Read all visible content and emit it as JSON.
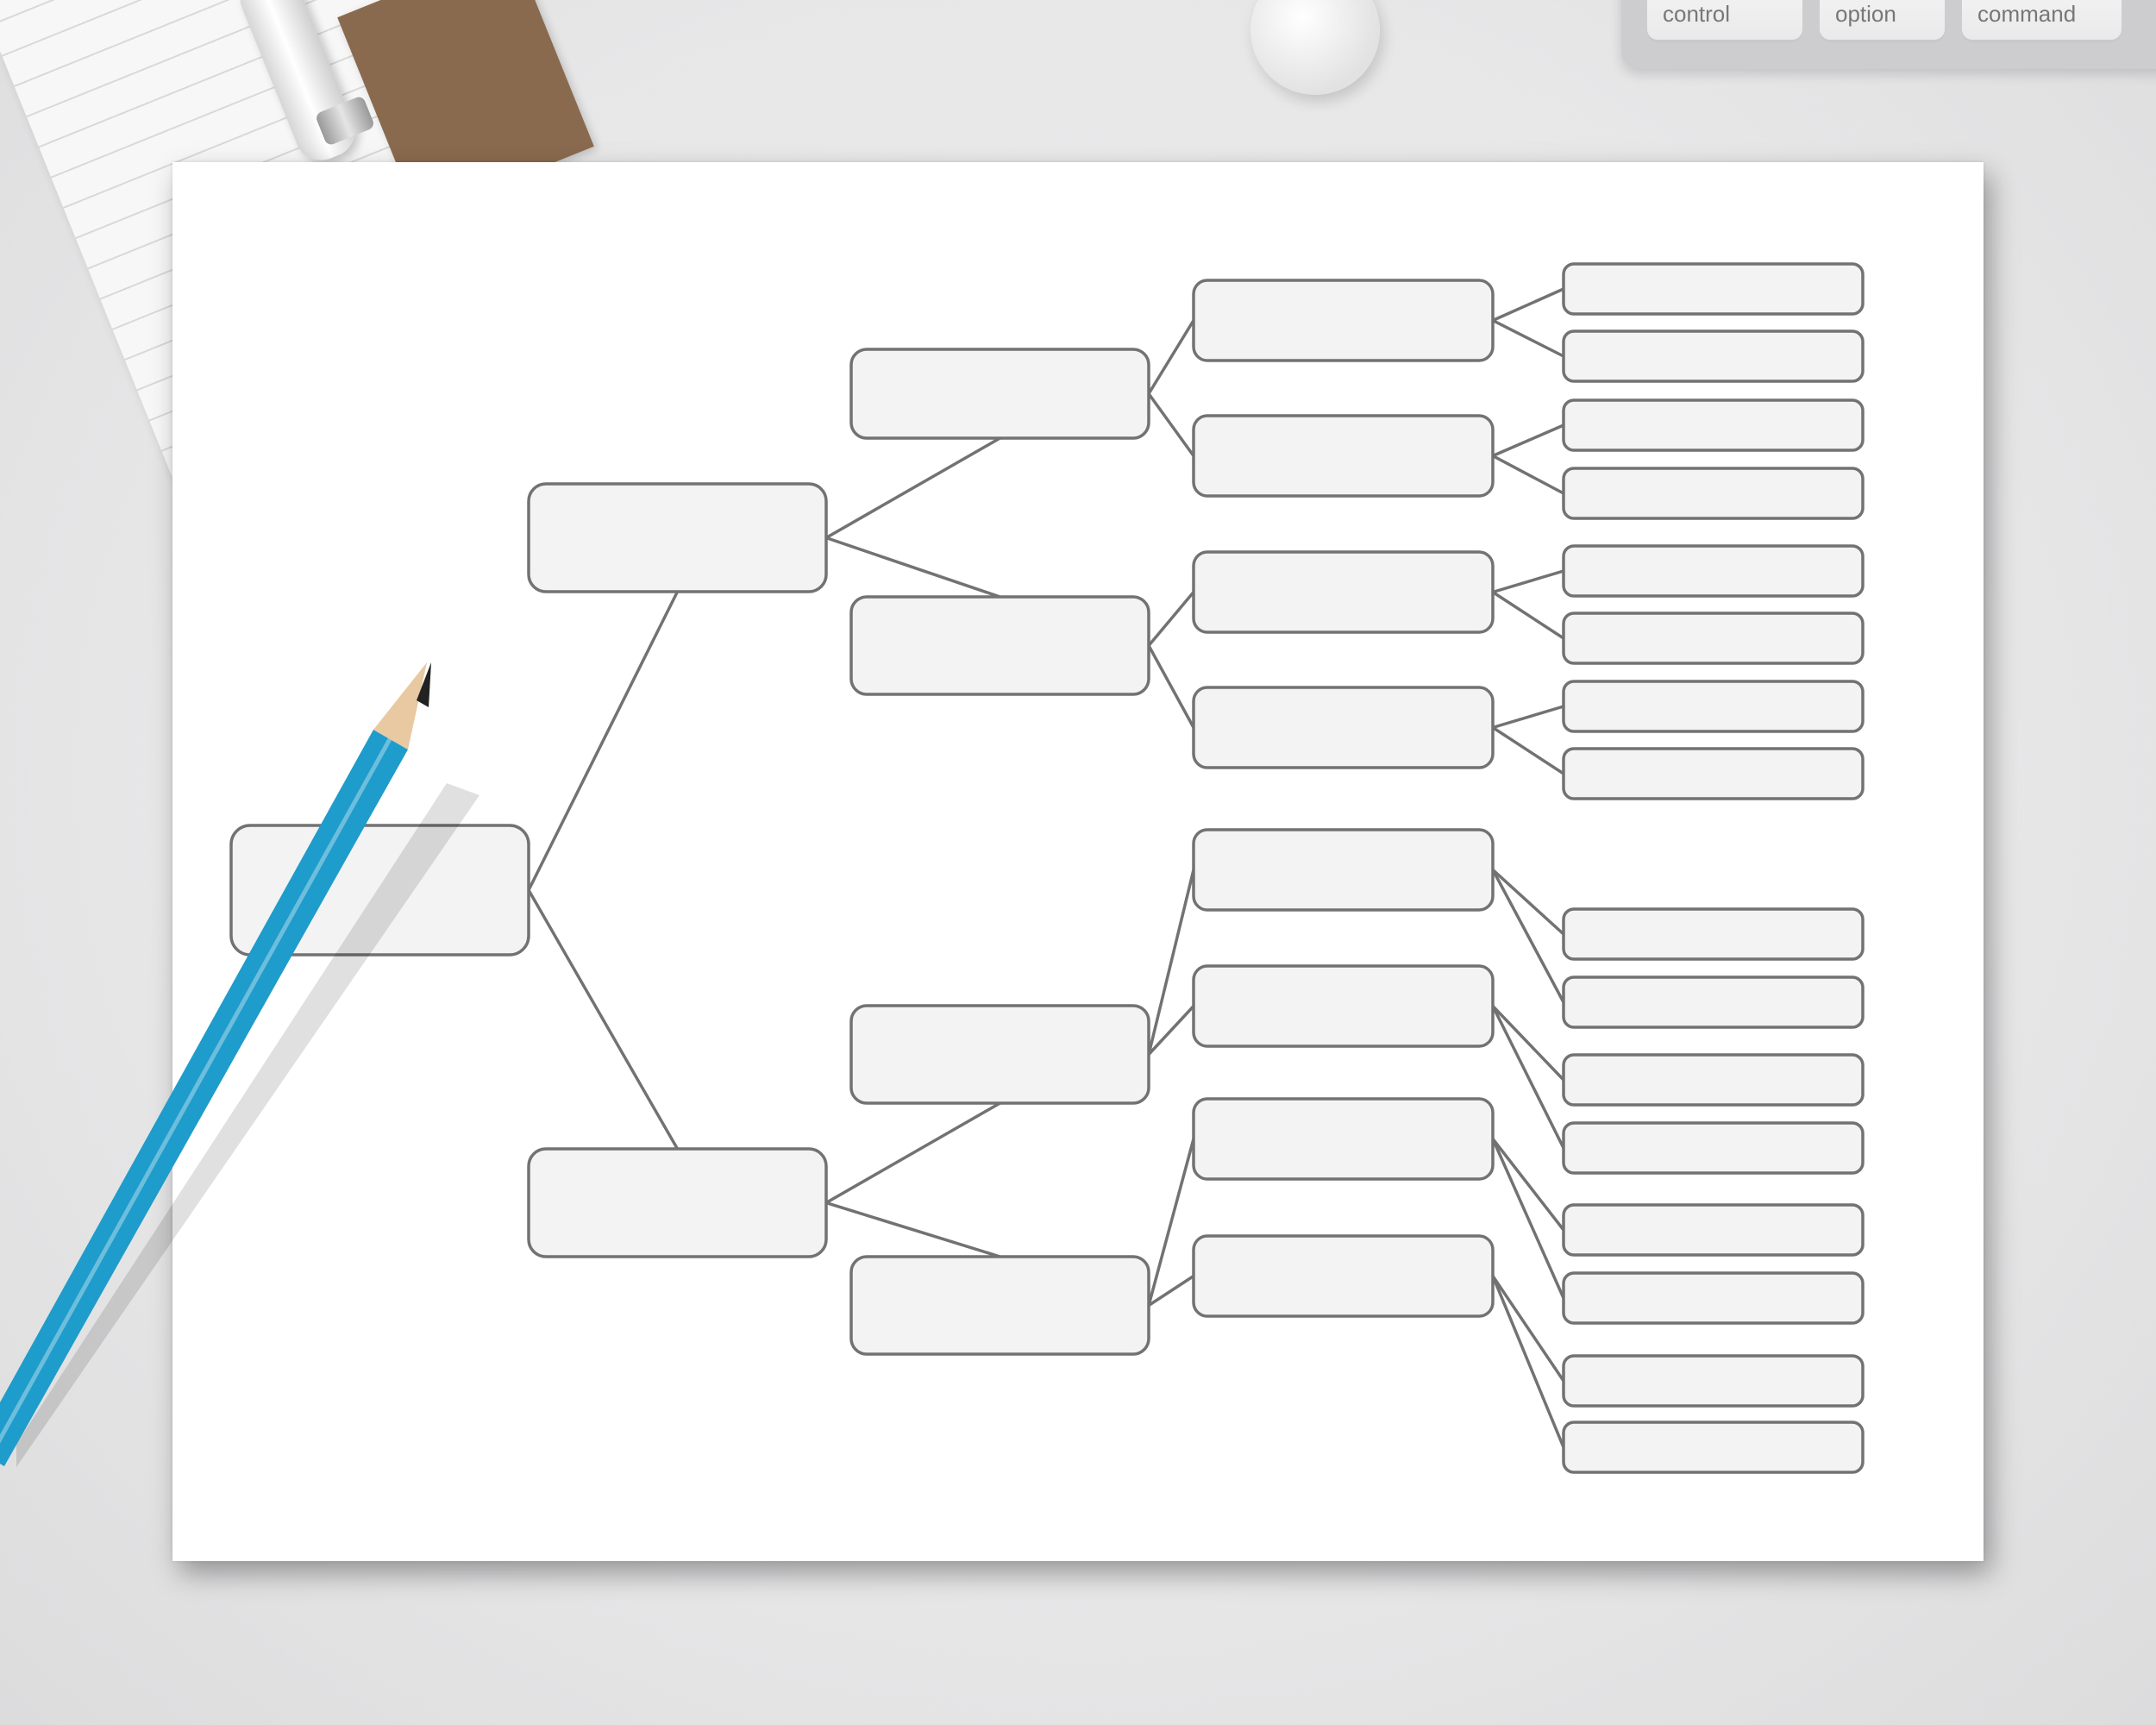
{
  "keyboard": {
    "keys": [
      {
        "label": "control"
      },
      {
        "label": "option"
      },
      {
        "label": "command"
      }
    ]
  },
  "tree": {
    "stroke_color": "#727272",
    "fill_color": "#f3f3f3",
    "root": {
      "children": [
        {
          "children": [
            {
              "children": [
                {
                  "leaves": 2
                },
                {
                  "leaves": 2
                }
              ]
            },
            {
              "children": [
                {
                  "leaves": 2
                },
                {
                  "leaves": 2
                }
              ]
            }
          ]
        },
        {
          "children": [
            {
              "children": [
                {
                  "leaves": 2
                },
                {
                  "leaves": 2
                }
              ]
            },
            {
              "children": [
                {
                  "leaves": 2
                },
                {
                  "leaves": 2
                }
              ]
            }
          ]
        }
      ]
    }
  },
  "pencil": {
    "color": "#1e9ccb"
  }
}
